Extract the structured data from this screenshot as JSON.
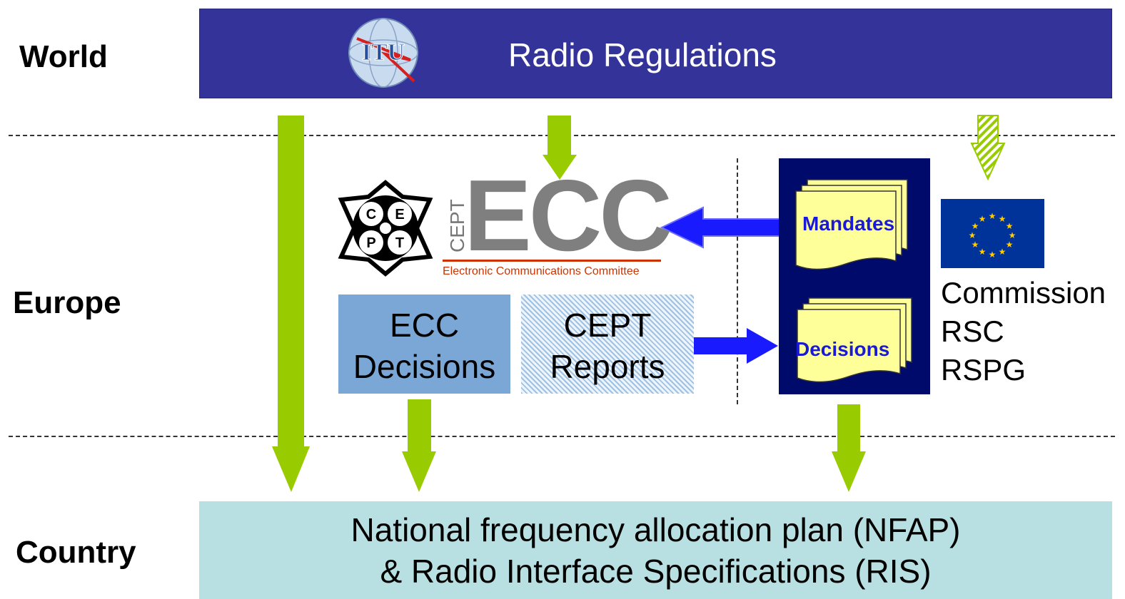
{
  "levels": {
    "world": "World",
    "europe": "Europe",
    "country": "Country"
  },
  "itu": {
    "title": "Radio Regulations",
    "logo_text": "ITU"
  },
  "ecc": {
    "logo_text": "ECC",
    "cept_vertical": "CEPT",
    "subtitle": "Electronic Communications Committee",
    "emblem_letters": [
      "C",
      "E",
      "P",
      "T"
    ]
  },
  "boxes": {
    "ecc_decisions": [
      "ECC",
      "Decisions"
    ],
    "cept_reports": [
      "CEPT",
      "Reports"
    ]
  },
  "eu_panel": {
    "mandates": "Mandates",
    "decisions": "Decisions"
  },
  "eu_bodies": [
    "Commission",
    "RSC",
    "RSPG"
  ],
  "country": {
    "line1": "National frequency allocation plan (NFAP)",
    "line2": "& Radio Interface Specifications (RIS)"
  },
  "colors": {
    "itu_banner": "#333399",
    "green_arrow": "#99cc00",
    "blue_arrow": "#1a1aff",
    "navy_panel": "#000a6b",
    "country_box": "#b8dfe2",
    "ecc_box": "#7ba7d7",
    "doc_yellow": "#ffff99",
    "eu_flag": "#003399",
    "eu_star": "#ffcc00"
  }
}
